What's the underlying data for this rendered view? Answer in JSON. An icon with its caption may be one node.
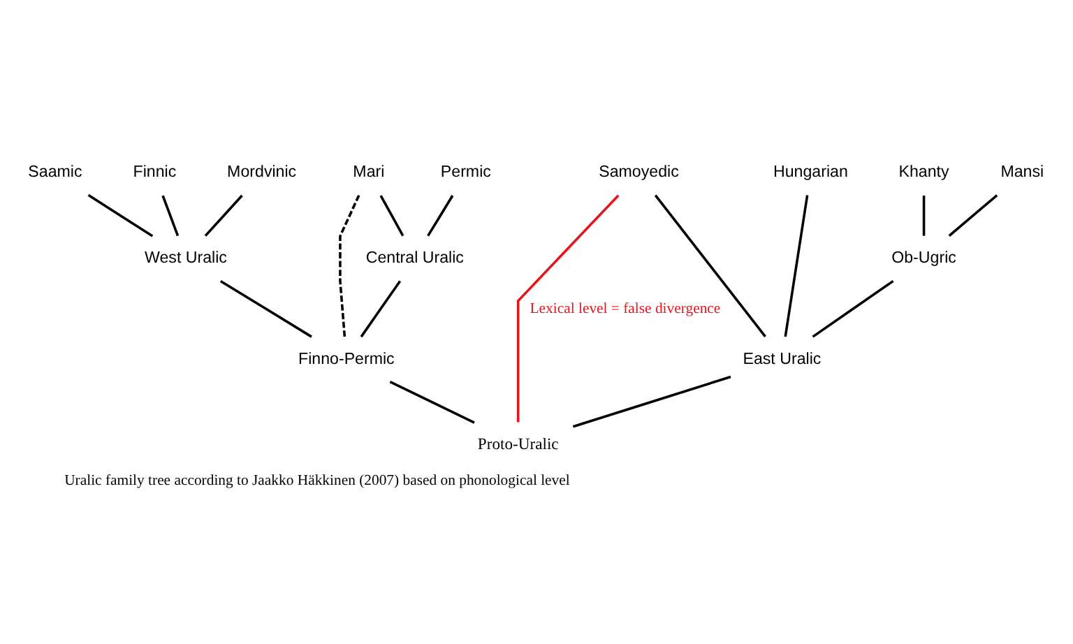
{
  "diagram": {
    "caption": "Uralic family tree according to Jaakko Häkkinen (2007) based on phonological level",
    "nodes": [
      {
        "text": [
          "Saamic"
        ]
      },
      {
        "text": [
          "Finnic"
        ]
      },
      {
        "text": [
          "Mordvinic"
        ]
      },
      {
        "text": [
          "Mari"
        ]
      },
      {
        "text": [
          "Permic"
        ]
      },
      {
        "text": [
          "Hungarian"
        ]
      },
      {
        "text": [
          "Mansi"
        ]
      },
      {
        "text": [
          "Khanty"
        ]
      },
      {
        "text": [
          "Samoyedic"
        ]
      },
      {
        "text": [
          "West Uralic"
        ]
      },
      {
        "text": [
          "Central Uralic"
        ]
      },
      {
        "text": [
          "Ob-Ugric"
        ]
      },
      {
        "text": [
          "Finno-Permic"
        ]
      },
      {
        "text": [
          "East Uralic"
        ]
      },
      {
        "text": [
          "Proto-Uralic"
        ]
      }
    ],
    "edges": [
      {
        "from": 9,
        "to": 0,
        "arrow": "none"
      },
      {
        "from": 9,
        "to": 1,
        "arrow": "none"
      },
      {
        "from": 9,
        "to": 2,
        "arrow": "none"
      },
      {
        "from": 10,
        "to": 3,
        "arrow": "none"
      },
      {
        "from": 10,
        "to": 4,
        "arrow": "none"
      },
      {
        "from": 11,
        "to": 6,
        "arrow": "none"
      },
      {
        "from": 11,
        "to": 7,
        "arrow": "none"
      },
      {
        "from": 12,
        "to": 9,
        "arrow": "none"
      },
      {
        "from": 12,
        "to": 3,
        "arrow": "none",
        "style": "dashed"
      },
      {
        "from": 12,
        "to": 10,
        "arrow": "none"
      },
      {
        "from": 13,
        "to": 5,
        "arrow": "none"
      },
      {
        "from": 13,
        "to": 11,
        "arrow": "none"
      },
      {
        "from": 13,
        "to": 8,
        "arrow": "none"
      },
      {
        "from": 14,
        "to": 12,
        "arrow": "none"
      },
      {
        "from": 14,
        "to": 13,
        "arrow": "none"
      },
      {
        "from": 14,
        "to": 8,
        "arrow": "none",
        "label": "Lexical level = false divergence",
        "color": "#e8141b"
      }
    ]
  }
}
